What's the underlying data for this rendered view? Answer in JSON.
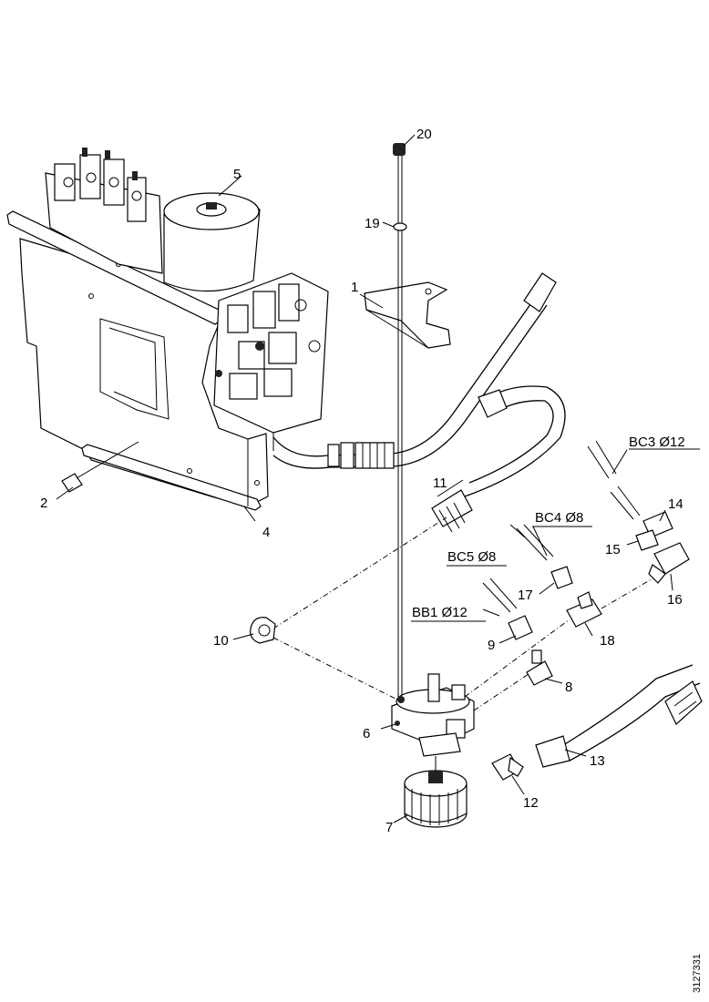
{
  "callouts": {
    "c1": "1",
    "c2": "2",
    "c4": "4",
    "c5": "5",
    "c6": "6",
    "c7": "7",
    "c8": "8",
    "c9": "9",
    "c10": "10",
    "c11": "11",
    "c12": "12",
    "c13": "13",
    "c14": "14",
    "c15": "15",
    "c16": "16",
    "c17": "17",
    "c18": "18",
    "c19": "19",
    "c20": "20"
  },
  "tube_labels": {
    "bc3": "BC3 Ø12",
    "bc4": "BC4 Ø8",
    "bc5": "BC5 Ø8",
    "bb1": "BB1 Ø12"
  },
  "drawing_ref": "3127331"
}
